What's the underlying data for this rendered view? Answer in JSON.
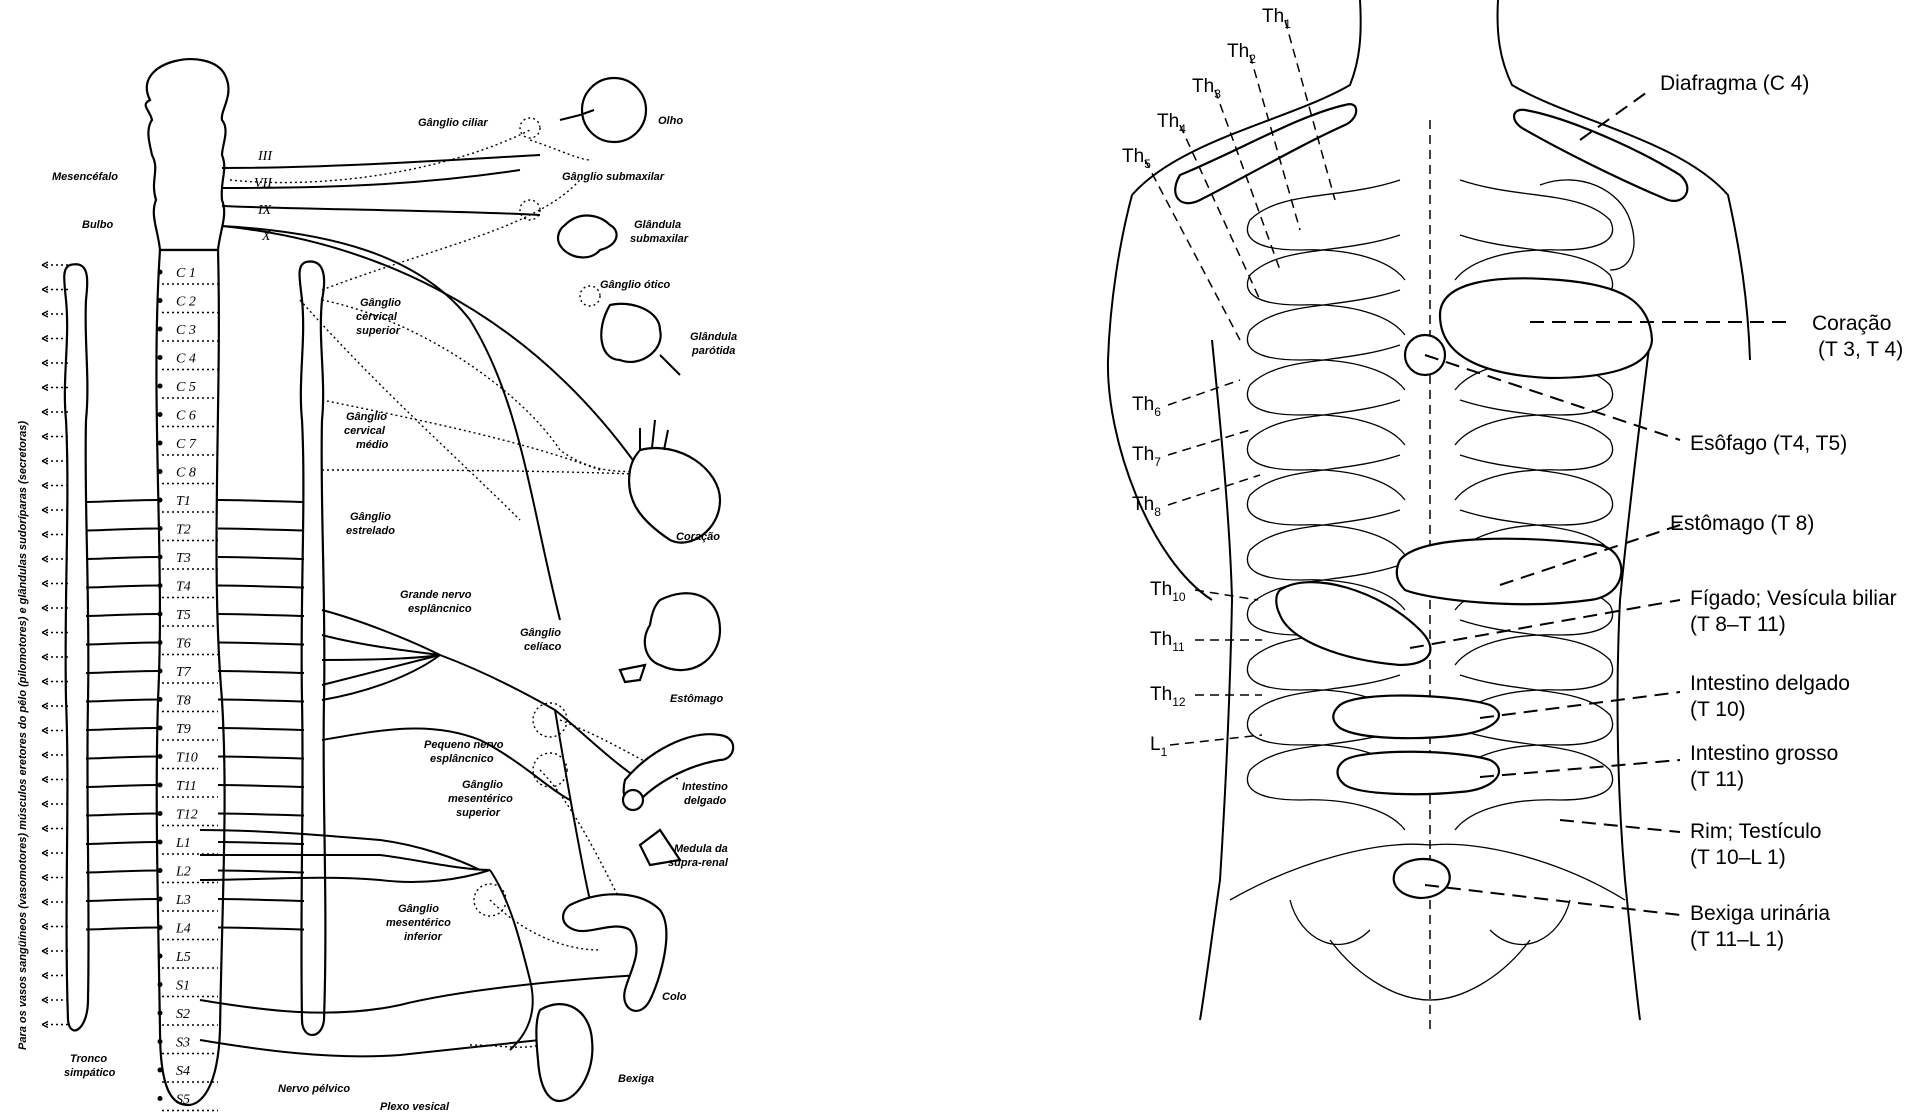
{
  "left_diagram": {
    "brain_labels": [
      "Mesencéfalo",
      "Bulbo"
    ],
    "cranial_nerves": [
      "III",
      "VII",
      "IX",
      "X"
    ],
    "segments": [
      "C 1",
      "C 2",
      "C 3",
      "C 4",
      "C 5",
      "C 6",
      "C 7",
      "C 8",
      "T1",
      "T2",
      "T3",
      "T4",
      "T5",
      "T6",
      "T7",
      "T8",
      "T9",
      "T10",
      "T11",
      "T12",
      "L1",
      "L2",
      "L3",
      "L4",
      "L5",
      "S1",
      "S2",
      "S3",
      "S4",
      "S5"
    ],
    "ganglia": {
      "ciliar": "Gânglio ciliar",
      "submaxilar": "Gânglio submaxilar",
      "otico": "Gânglio ótico",
      "cervical_superior": [
        "Gânglio",
        "cervical",
        "superior"
      ],
      "cervical_medio": [
        "Gânglio",
        "cervical",
        "médio"
      ],
      "estrelado": [
        "Gânglio",
        "estrelado"
      ],
      "celiaco": [
        "Gânglio",
        "celíaco"
      ],
      "mes_superior": [
        "Gânglio",
        "mesentérico",
        "superior"
      ],
      "mes_inferior": [
        "Gânglio",
        "mesentérico",
        "inferior"
      ]
    },
    "nerves": {
      "grande_esplancnico": [
        "Grande nervo",
        "esplâncnico"
      ],
      "pequeno_esplancnico": [
        "Pequeno nervo",
        "esplâncnico"
      ],
      "nervo_pelvico": "Nervo pélvico",
      "plexo_vesical": "Plexo vesical"
    },
    "organs": {
      "olho": "Olho",
      "glandula_submaxilar": [
        "Glândula",
        "submaxilar"
      ],
      "glandula_parotida": [
        "Glândula",
        "parótida"
      ],
      "coracao": "Coração",
      "estomago": "Estômago",
      "intestino_delgado": [
        "Intestino",
        "delgado"
      ],
      "medula_suprarrenal": [
        "Medula da",
        "supra-renal"
      ],
      "colo": "Colo",
      "bexiga": "Bexiga"
    },
    "tronco_simpatico": [
      "Tronco",
      "simpático"
    ],
    "vertical_caption": "Para os vasos sangüíneos (vasomotores)  músculos eretores do pêlo (pilomotores)  e glândulas sudoríparas (secretoras)"
  },
  "right_diagram": {
    "th_labels": [
      {
        "base": "Th",
        "sub": "1"
      },
      {
        "base": "Th",
        "sub": "2"
      },
      {
        "base": "Th",
        "sub": "3"
      },
      {
        "base": "Th",
        "sub": "4"
      },
      {
        "base": "Th",
        "sub": "5"
      },
      {
        "base": "Th",
        "sub": "6"
      },
      {
        "base": "Th",
        "sub": "7"
      },
      {
        "base": "Th",
        "sub": "8"
      },
      {
        "base": "Th",
        "sub": "10"
      },
      {
        "base": "Th",
        "sub": "11"
      },
      {
        "base": "Th",
        "sub": "12"
      },
      {
        "base": "L",
        "sub": "1"
      }
    ],
    "organ_labels": [
      {
        "name": "Diafragma (C 4)",
        "segments": ""
      },
      {
        "name": "Coração",
        "segments": "(T 3, T 4)"
      },
      {
        "name": "Esôfago (T4, T5)",
        "segments": ""
      },
      {
        "name": "Estômago (T 8)",
        "segments": ""
      },
      {
        "name": "Fígado; Vesícula biliar",
        "segments": "(T 8–T 11)"
      },
      {
        "name": "Intestino delgado",
        "segments": "(T 10)"
      },
      {
        "name": "Intestino grosso",
        "segments": "(T 11)"
      },
      {
        "name": "Rim; Testículo",
        "segments": "(T 10–L 1)"
      },
      {
        "name": "Bexiga urinária",
        "segments": "(T 11–L 1)"
      }
    ]
  }
}
